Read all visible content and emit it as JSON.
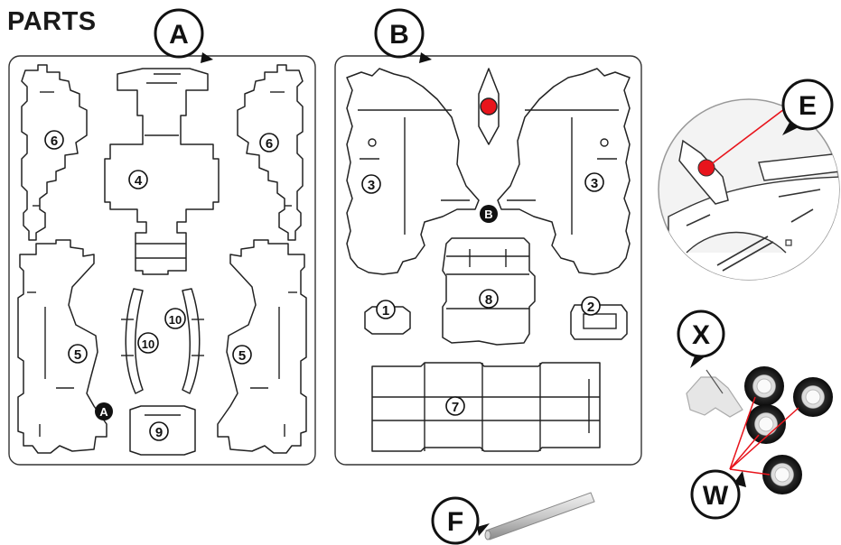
{
  "title": "PARTS",
  "sheets": {
    "a": {
      "badge": "A",
      "mark": "A",
      "parts": [
        "6",
        "6",
        "4",
        "5",
        "5",
        "10",
        "10",
        "9"
      ]
    },
    "b": {
      "badge": "B",
      "mark": "B",
      "parts": [
        "3",
        "3",
        "1",
        "8",
        "2",
        "7"
      ]
    }
  },
  "callouts": {
    "e": "E",
    "x": "X",
    "w": "W",
    "f": "F"
  },
  "colors": {
    "marker": "#e8141c",
    "outline": "#222222"
  }
}
